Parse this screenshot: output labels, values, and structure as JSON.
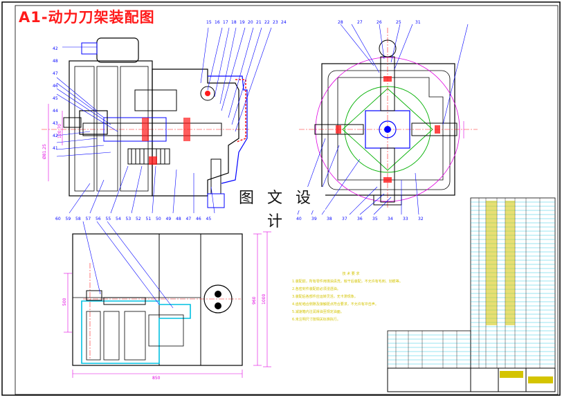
{
  "drawing": {
    "title": "A1-动力刀架装配图",
    "watermark": "图 文 设 计",
    "callouts_top_left": [
      "15",
      "16",
      "17",
      "18",
      "19",
      "20",
      "21",
      "22",
      "23",
      "24"
    ],
    "callouts_top_right": [
      "28",
      "27",
      "26",
      "25",
      "31"
    ],
    "callouts_left": [
      "42",
      "48",
      "47",
      "46",
      "45",
      "44",
      "43",
      "42",
      "41"
    ],
    "callouts_bottom_left": [
      "60",
      "59",
      "58",
      "57",
      "56",
      "55",
      "54",
      "53",
      "52",
      "51",
      "50",
      "49",
      "48",
      "47",
      "46",
      "45"
    ],
    "callouts_bottom_right": [
      "40",
      "39",
      "38",
      "37",
      "36",
      "35",
      "34",
      "33",
      "32"
    ],
    "dimensions": {
      "left_vertical_1": "Ø81.25",
      "left_vertical_2": "120.70",
      "side_width": "850",
      "side_height_1": "500",
      "side_height_2": "960",
      "side_height_3": "1000"
    },
    "tech_notes": {
      "heading": "技 术 要 求",
      "lines": [
        "1.装配前，所有零件用煤油清洗，晾干后装配，不允许有毛刺、划痕等。",
        "2.各密封件装配前必须浸透油。",
        "3.装配后各部件应运转灵活，无卡滞现象。",
        "4.齿轮啮合侧隙及接触斑点符合要求，不允许有冲击声。",
        "5.减速箱内注润滑油至规定油面。",
        "6.未注明尺寸按相关标准执行。"
      ]
    }
  },
  "colors": {
    "outline": "#000000",
    "blue": "#0000ff",
    "magenta": "#e000e0",
    "red": "#ff1a1a",
    "green": "#00b000",
    "cyan": "#00c0e0",
    "yellow": "#d4c400"
  }
}
